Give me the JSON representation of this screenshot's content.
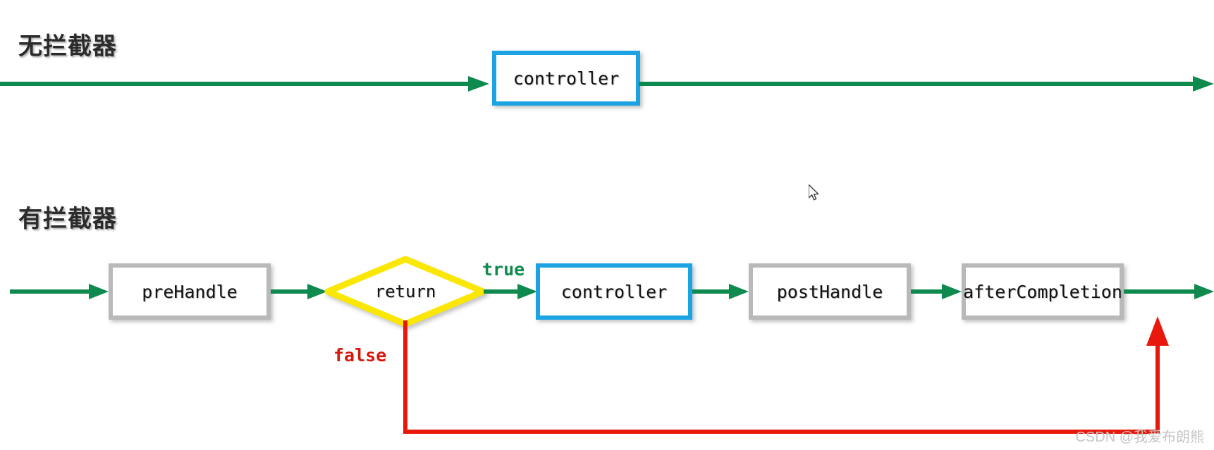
{
  "diagram": {
    "title_top": "无拦截器",
    "title_bottom": "有拦截器",
    "watermark": "CSDN @我爱布朗熊",
    "colors": {
      "flow_green": "#0e8a4f",
      "controller_blue": "#1ca3e3",
      "node_gray": "#b9b9b9",
      "decision_yellow": "#fbe705",
      "false_red": "#e8180c",
      "text": "#121212",
      "background": "#ffffff"
    },
    "flows": [
      {
        "name": "no-interceptor",
        "label": "无拦截器",
        "nodes": [
          {
            "id": "controller-top",
            "label": "controller",
            "shape": "rect",
            "style": "blue"
          }
        ],
        "edges": [
          {
            "from": "request",
            "to": "controller-top",
            "label": "",
            "color": "#0e8a4f"
          },
          {
            "from": "controller-top",
            "to": "response",
            "label": "",
            "color": "#0e8a4f"
          }
        ]
      },
      {
        "name": "with-interceptor",
        "label": "有拦截器",
        "nodes": [
          {
            "id": "preHandle",
            "label": "preHandle",
            "shape": "rect",
            "style": "gray"
          },
          {
            "id": "return",
            "label": "return",
            "shape": "diamond",
            "style": "yellow"
          },
          {
            "id": "controller-bottom",
            "label": "controller",
            "shape": "rect",
            "style": "blue"
          },
          {
            "id": "postHandle",
            "label": "postHandle",
            "shape": "rect",
            "style": "gray"
          },
          {
            "id": "afterCompletion",
            "label": "afterCompletion",
            "shape": "rect",
            "style": "gray"
          }
        ],
        "edges": [
          {
            "from": "request",
            "to": "preHandle",
            "label": "",
            "color": "#0e8a4f"
          },
          {
            "from": "preHandle",
            "to": "return",
            "label": "",
            "color": "#0e8a4f"
          },
          {
            "from": "return",
            "to": "controller-bottom",
            "label": "true",
            "color": "#0e8a4f"
          },
          {
            "from": "controller-bottom",
            "to": "postHandle",
            "label": "",
            "color": "#0e8a4f"
          },
          {
            "from": "postHandle",
            "to": "afterCompletion",
            "label": "",
            "color": "#0e8a4f"
          },
          {
            "from": "afterCompletion",
            "to": "response",
            "label": "",
            "color": "#0e8a4f"
          },
          {
            "from": "return",
            "to": "response",
            "label": "false",
            "color": "#e8180c"
          }
        ],
        "edge_labels": {
          "true": "true",
          "false": "false"
        }
      }
    ]
  }
}
